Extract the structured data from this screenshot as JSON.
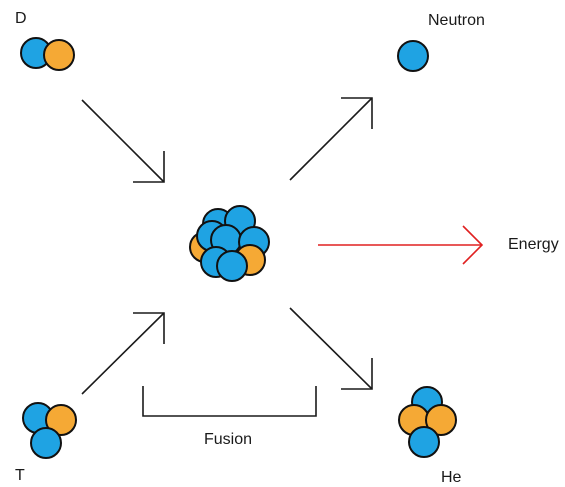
{
  "labels": {
    "deuterium": "D",
    "tritium": "T",
    "neutron": "Neutron",
    "energy": "Energy",
    "fusion": "Fusion",
    "helium": "He"
  },
  "colors": {
    "proton": "#f5a935",
    "neutron": "#1fa3e3",
    "arrow": "#1a1a1a",
    "energy_arrow": "#e02020",
    "outline": "#111111"
  }
}
